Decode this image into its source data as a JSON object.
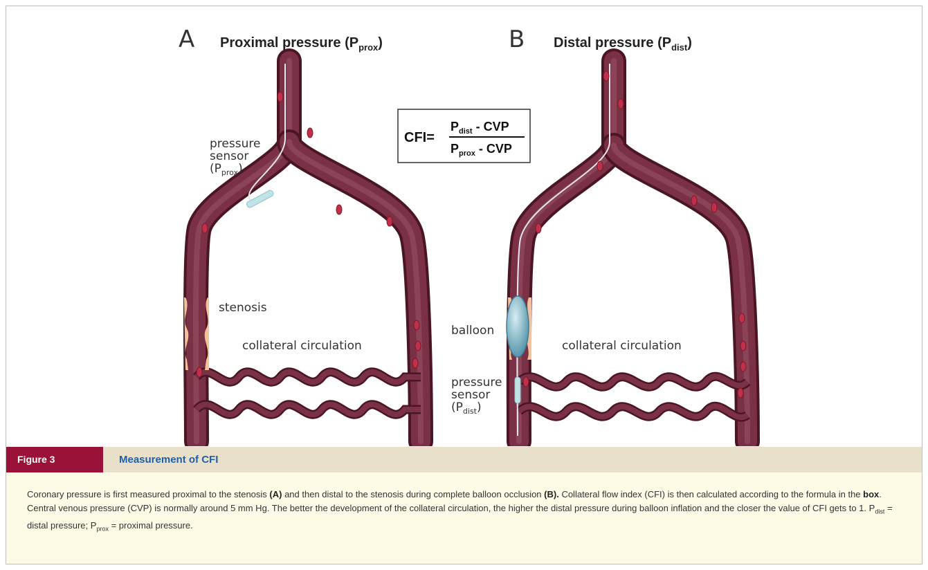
{
  "panel_a": {
    "letter": "A",
    "title_main": "Proximal pressure (P",
    "title_sub": "prox",
    "title_end": ")",
    "sensor_line1": "pressure",
    "sensor_line2": "sensor",
    "sensor_open": "(P",
    "sensor_sub": "prox",
    "sensor_close": ")",
    "stenosis": "stenosis",
    "collateral": "collateral circulation"
  },
  "panel_b": {
    "letter": "B",
    "title_main": "Distal pressure (P",
    "title_sub": "dist",
    "title_end": ")",
    "balloon": "balloon",
    "sensor_line1": "pressure",
    "sensor_line2": "sensor",
    "sensor_open": "(P",
    "sensor_sub": "dist",
    "sensor_close": ")",
    "collateral": "collateral circulation"
  },
  "formula": {
    "lhs": "CFI=",
    "num_p": "P",
    "num_sub": "dist",
    "num_rest": " - CVP",
    "den_p": "P",
    "den_sub": "prox",
    "den_rest": " - CVP"
  },
  "caption": {
    "figure_label": "Figure 3",
    "title": "Measurement of CFI",
    "s1": "Coronary pressure is first measured proximal to the stenosis ",
    "s1_b": "(A)",
    "s2": " and then distal to the stenosis during complete balloon occlusion ",
    "s2_b": "(B).",
    "s3": " Collateral flow index (CFI) is then calculated according to the formula in the ",
    "s3_b": "box",
    "s4": ". Central venous pressure (CVP) is normally around 5 mm Hg. The better the development of the collateral circulation, the higher the distal pressure during balloon inflation and the closer the value of CFI gets to 1. P",
    "s4_sub": "dist",
    "s5": " = distal pressure; P",
    "s5_sub": "prox",
    "s6": " = proximal pressure."
  },
  "colors": {
    "vessel": "#6e2a3b",
    "vessel_edge": "#4a1624",
    "plaque": "#f2c29a",
    "balloon": "#7fb8c8",
    "sensor": "#bfe3e6",
    "figure_tag": "#9b1238",
    "title_blue": "#1f5fa8"
  }
}
